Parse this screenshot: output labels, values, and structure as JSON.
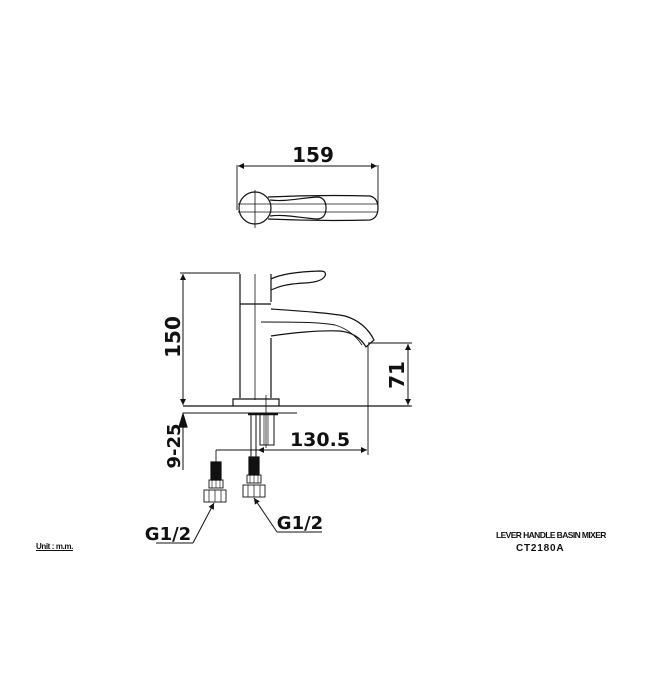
{
  "drawing": {
    "title": "LEVER HANDLE BASIN MIXER",
    "model": "CT2180A",
    "unit_label": "Unit : m.m.",
    "views": [
      "top-view",
      "side-view"
    ],
    "dimensions": {
      "top_length": "159",
      "total_height": "150",
      "spout_height": "71",
      "counter_thickness": "9-25",
      "spout_reach": "130.5",
      "inlet_left": "G1/2",
      "inlet_right": "G1/2"
    },
    "colors": {
      "line": "#111111",
      "background": "#ffffff"
    }
  }
}
